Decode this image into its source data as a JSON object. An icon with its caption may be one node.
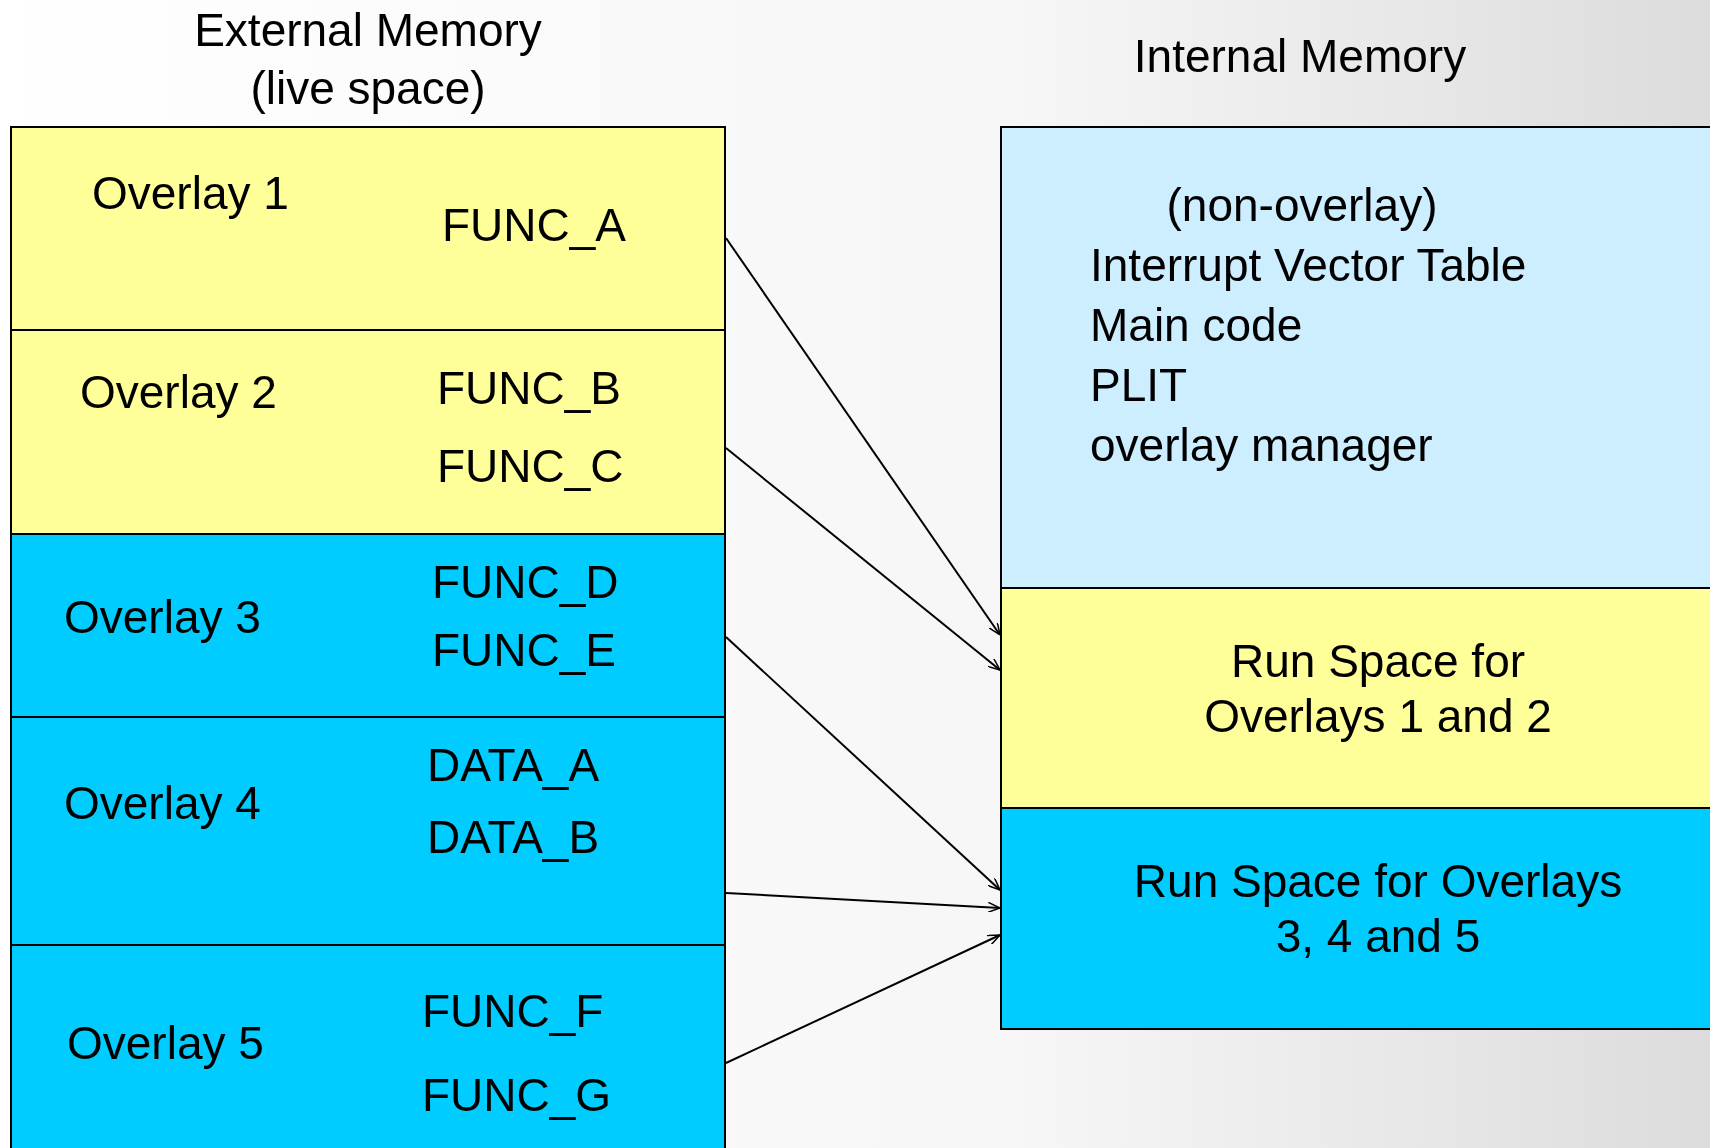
{
  "diagram": {
    "nodes": [
      {
        "text": [
          "External Memory (live space)"
        ]
      },
      {
        "text": [
          "Overlay 1",
          "FUNC_A"
        ],
        "in": 0
      },
      {
        "text": [
          "Overlay 2",
          "FUNC_B",
          "FUNC_C"
        ],
        "in": 0
      },
      {
        "text": [
          "Overlay 3",
          "FUNC_D",
          "FUNC_E"
        ],
        "in": 0
      },
      {
        "text": [
          "Overlay 4",
          "DATA_A",
          "DATA_B"
        ],
        "in": 0
      },
      {
        "text": [
          "Overlay 5",
          "FUNC_F",
          "FUNC_G"
        ],
        "in": 0
      },
      {
        "text": [
          "Internal Memory"
        ]
      },
      {
        "text": [
          "(non-overlay)",
          "Interrupt Vector Table",
          "Main code",
          "PLIT",
          "overlay manager"
        ],
        "in": 6
      },
      {
        "text": [
          "Run Space for Overlays 1 and 2"
        ],
        "in": 6
      },
      {
        "text": [
          "Run Space for Overlays 3, 4 and 5"
        ],
        "in": 6
      }
    ],
    "edges": [
      {
        "from": 1,
        "to": 8,
        "arrow": "to"
      },
      {
        "from": 2,
        "to": 8,
        "arrow": "to"
      },
      {
        "from": 3,
        "to": 9,
        "arrow": "to"
      },
      {
        "from": 4,
        "to": 9,
        "arrow": "to"
      },
      {
        "from": 5,
        "to": 9,
        "arrow": "to"
      }
    ]
  }
}
